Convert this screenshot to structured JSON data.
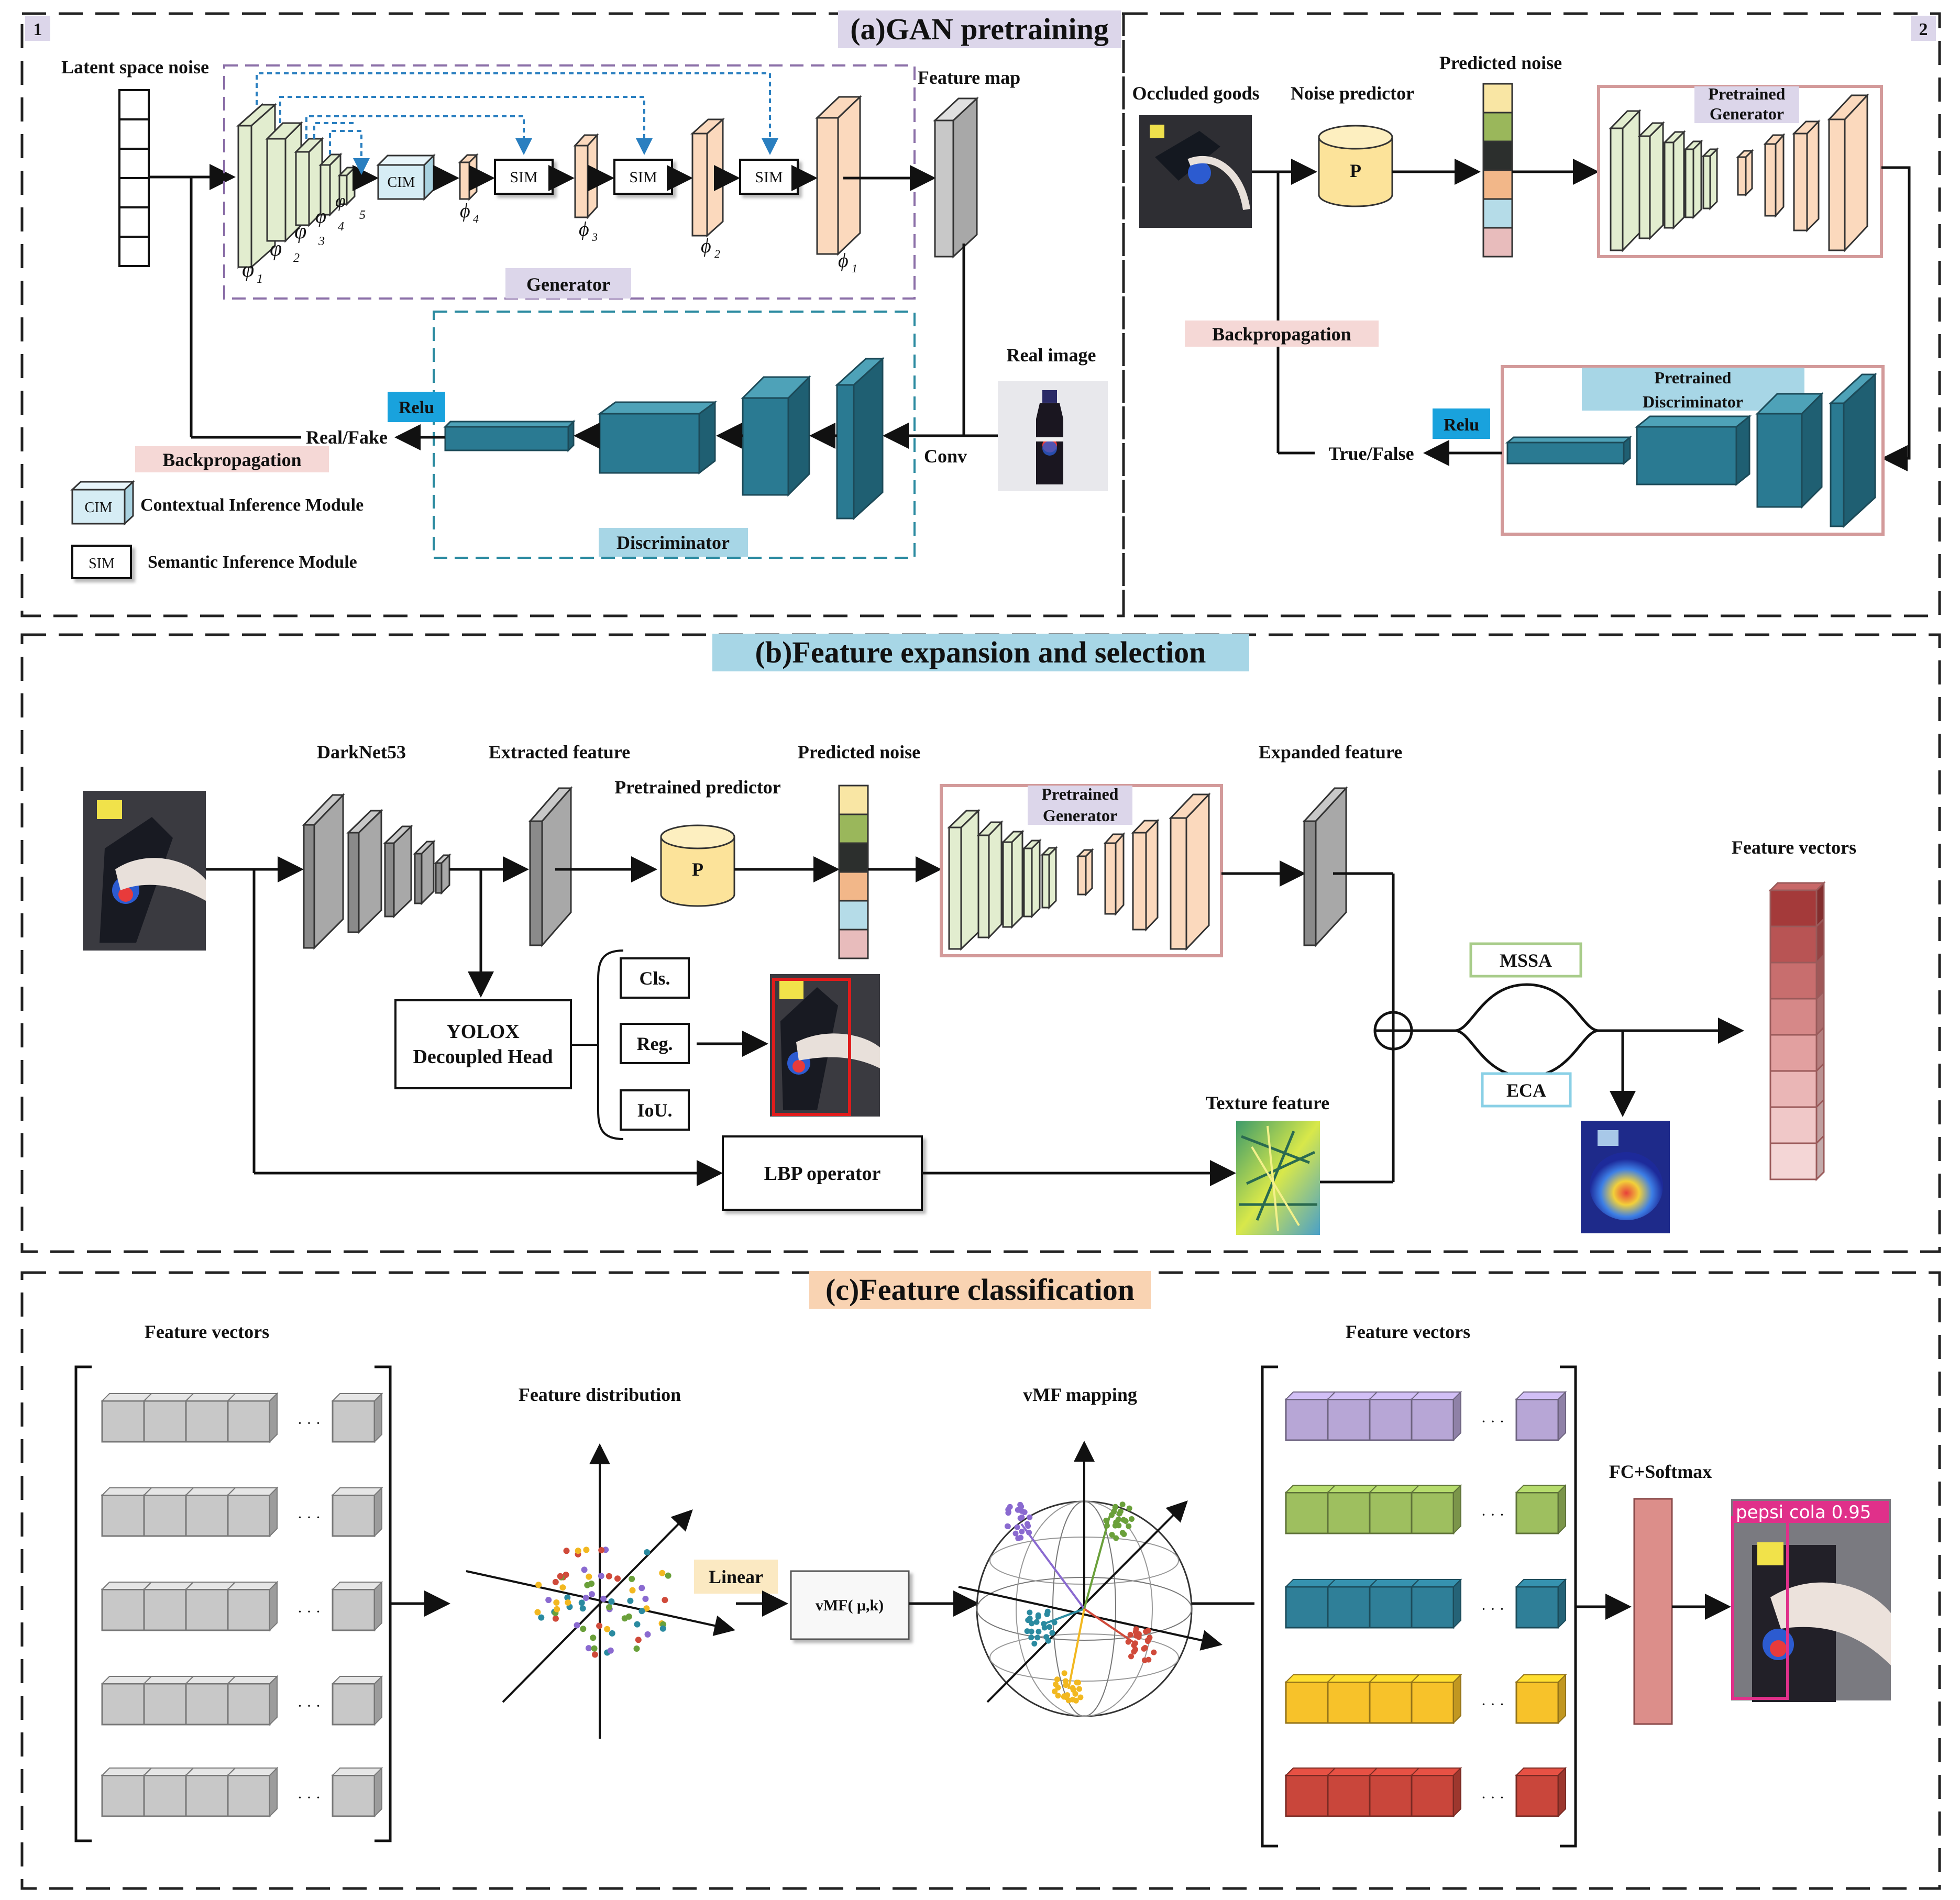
{
  "panel_a": {
    "title": "(a)GAN pretraining",
    "corner_1": "1",
    "corner_2": "2",
    "latent_noise": "Latent space noise",
    "feature_map": "Feature map",
    "cim": "CIM",
    "sim": "SIM",
    "generator": "Generator",
    "discriminator": "Discriminator",
    "real_image": "Real image",
    "relu": "Relu",
    "real_fake": "Real/Fake",
    "backprop": "Backpropagation",
    "conv": "Conv",
    "legend_cim": "Contextual Inference Module",
    "legend_sim": "Semantic Inference Module",
    "varphi": "φ",
    "phi": "ϕ",
    "sub_1": "1",
    "sub_2": "2",
    "sub_3": "3",
    "sub_4": "4",
    "sub_5": "5",
    "occluded_goods": "Occluded goods",
    "noise_predictor": "Noise predictor",
    "predicted_noise": "Predicted noise",
    "p": "P",
    "pretrained": "Pretrained",
    "generator2": "Generator",
    "discriminator2": "Discriminator",
    "true_false": "True/False"
  },
  "panel_b": {
    "title": "(b)Feature expansion and selection",
    "darknet": "DarkNet53",
    "extracted": "Extracted feature",
    "pretrained_predictor": "Pretrained predictor",
    "predicted_noise": "Predicted noise",
    "p": "P",
    "pretrained": "Pretrained",
    "generator": "Generator",
    "expanded": "Expanded feature",
    "feature_vectors": "Feature vectors",
    "yolox": "YOLOX",
    "decoupled": "Decoupled Head",
    "cls": "Cls.",
    "reg": "Reg.",
    "iou": "IoU.",
    "lbp": "LBP operator",
    "texture": "Texture feature",
    "mssa": "MSSA",
    "eca": "ECA"
  },
  "panel_c": {
    "title": "(c)Feature classification",
    "feature_vectors_left": "Feature vectors",
    "feature_distribution": "Feature distribution",
    "linear": "Linear",
    "vmf_box": "vMF( μ,k)",
    "vmf_mapping": "vMF mapping",
    "feature_vectors_right": "Feature vectors",
    "fc_softmax": "FC+Softmax",
    "dots": "· · ·",
    "detection": "pepsi cola 0.95"
  },
  "colors": {
    "gen_green": "#e2edcf",
    "gen_peach": "#fbd9bd",
    "disc_teal": "#2a7a92",
    "label_pink": "#f5d8d6",
    "label_lavender": "#dcd6ea",
    "relu_blue": "#19a2dd",
    "title_blue": "#a7d6e6",
    "title_orange": "#f9d3b2",
    "linear_cream": "#fbe9c2",
    "noise_stack": [
      "#f9e6a4",
      "#9ab75b",
      "#2c2f2d",
      "#f2b789",
      "#b5dce8",
      "#e8bcbc"
    ],
    "vector_rows": [
      "#b7a6d6",
      "#9ebf5f",
      "#2f7f98",
      "#f7c22a",
      "#c9463b"
    ]
  }
}
